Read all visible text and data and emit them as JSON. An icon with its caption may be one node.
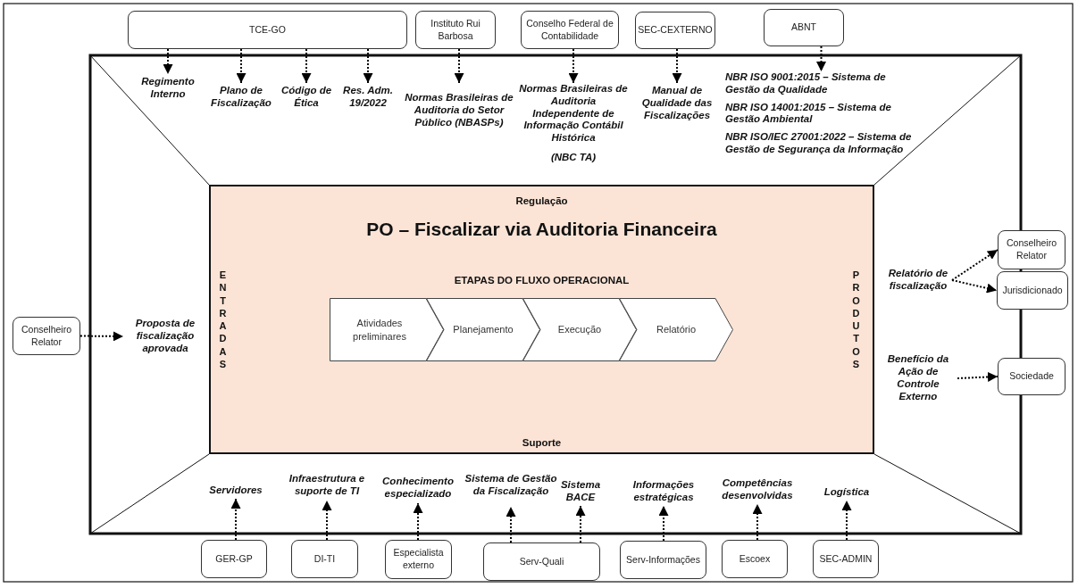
{
  "diagram": {
    "nodes": [
      {
        "text": [
          "TCE-GO"
        ]
      },
      {
        "text": [
          "Instituto Rui Barbosa"
        ]
      },
      {
        "text": [
          "Conselho Federal de Contabilidade"
        ]
      },
      {
        "text": [
          "SEC-CEXTERNO"
        ]
      },
      {
        "text": [
          "ABNT"
        ]
      },
      {
        "text": [
          "Regimento Interno"
        ]
      },
      {
        "text": [
          "Plano de Fiscalização"
        ]
      },
      {
        "text": [
          "Código de Ética"
        ]
      },
      {
        "text": [
          "Res. Adm. 19/2022"
        ]
      },
      {
        "text": [
          "Normas Brasileiras de Auditoria do Setor Público (NBASPs)"
        ]
      },
      {
        "text": [
          "Normas Brasileiras de Auditoria Independente de Informação Contábil Histórica",
          "(NBC TA)"
        ]
      },
      {
        "text": [
          "Manual de Qualidade das Fiscalizações"
        ]
      },
      {
        "text": [
          "NBR ISO 9001:2015 – Sistema de Gestão da Qualidade",
          "NBR ISO 14001:2015 – Sistema de Gestão Ambiental",
          "NBR ISO/IEC 27001:2022 – Sistema de Gestão de Segurança da Informação"
        ]
      },
      {
        "text": [
          "Regulação",
          "PO – Fiscalizar via Auditoria Financeira",
          "ETAPAS DO FLUXO OPERACIONAL",
          "ENTRADAS",
          "PRODUTOS",
          "Suporte"
        ]
      },
      {
        "text": [
          "Atividades preliminares"
        ],
        "in": 13
      },
      {
        "text": [
          "Planejamento"
        ],
        "in": 13
      },
      {
        "text": [
          "Execução"
        ],
        "in": 13
      },
      {
        "text": [
          "Relatório"
        ],
        "in": 13
      },
      {
        "text": [
          "Conselheiro Relator"
        ]
      },
      {
        "text": [
          "Proposta de fiscalização aprovada"
        ]
      },
      {
        "text": [
          "Relatório de fiscalização"
        ]
      },
      {
        "text": [
          "Conselheiro Relator"
        ]
      },
      {
        "text": [
          "Jurisdicionado"
        ]
      },
      {
        "text": [
          "Benefício da Ação de Controle Externo"
        ]
      },
      {
        "text": [
          "Sociedade"
        ]
      },
      {
        "text": [
          "Servidores"
        ]
      },
      {
        "text": [
          "Infraestrutura e suporte de TI"
        ]
      },
      {
        "text": [
          "Conhecimento especializado"
        ]
      },
      {
        "text": [
          "Sistema de Gestão da Fiscalização"
        ]
      },
      {
        "text": [
          "Sistema BACE"
        ]
      },
      {
        "text": [
          "Informações estratégicas"
        ]
      },
      {
        "text": [
          "Competências desenvolvidas"
        ]
      },
      {
        "text": [
          "Logística"
        ]
      },
      {
        "text": [
          "GER-GP"
        ]
      },
      {
        "text": [
          "DI-TI"
        ]
      },
      {
        "text": [
          "Especialista externo"
        ]
      },
      {
        "text": [
          "Serv-Quali"
        ]
      },
      {
        "text": [
          "Serv-Informações"
        ]
      },
      {
        "text": [
          "Escoex"
        ]
      },
      {
        "text": [
          "SEC-ADMIN"
        ]
      }
    ],
    "edges": [
      {
        "from": 0,
        "to": 5,
        "arrow": "to"
      },
      {
        "from": 0,
        "to": 6,
        "arrow": "to"
      },
      {
        "from": 0,
        "to": 7,
        "arrow": "to"
      },
      {
        "from": 0,
        "to": 8,
        "arrow": "to"
      },
      {
        "from": 1,
        "to": 9,
        "arrow": "to"
      },
      {
        "from": 2,
        "to": 10,
        "arrow": "to"
      },
      {
        "from": 3,
        "to": 11,
        "arrow": "to"
      },
      {
        "from": 4,
        "to": 12,
        "arrow": "to"
      },
      {
        "from": 18,
        "to": 19,
        "arrow": "to"
      },
      {
        "from": 20,
        "to": 21,
        "arrow": "to"
      },
      {
        "from": 20,
        "to": 22,
        "arrow": "to"
      },
      {
        "from": 23,
        "to": 24,
        "arrow": "to"
      },
      {
        "from": 33,
        "to": 25,
        "arrow": "to"
      },
      {
        "from": 34,
        "to": 26,
        "arrow": "to"
      },
      {
        "from": 35,
        "to": 27,
        "arrow": "to"
      },
      {
        "from": 36,
        "to": 28,
        "arrow": "to"
      },
      {
        "from": 36,
        "to": 29,
        "arrow": "to"
      },
      {
        "from": 37,
        "to": 30,
        "arrow": "to"
      },
      {
        "from": 38,
        "to": 31,
        "arrow": "to"
      },
      {
        "from": 39,
        "to": 32,
        "arrow": "to"
      }
    ]
  }
}
